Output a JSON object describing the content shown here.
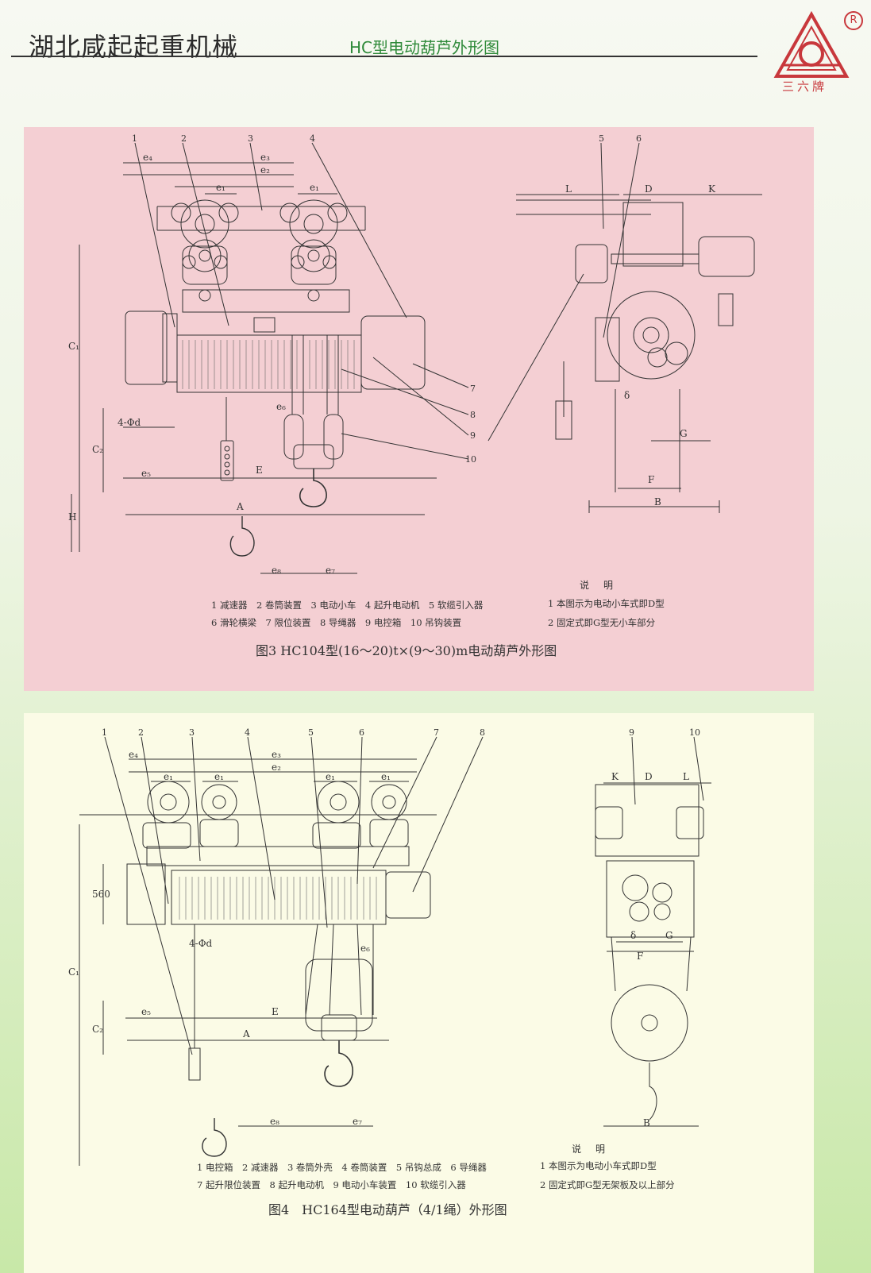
{
  "header": {
    "company": "湖北咸起起重机械",
    "title": "HC型电动葫芦外形图",
    "logo_text": "三六牌",
    "reg_mark": "R"
  },
  "figure3": {
    "caption": "图3 HC104型(16～20)t×(9～30)m电动葫芦外形图",
    "callouts": [
      "1",
      "2",
      "3",
      "4",
      "5",
      "6",
      "7",
      "8",
      "9",
      "10"
    ],
    "dims": {
      "e4": "e₄",
      "e3": "e₃",
      "e2": "e₂",
      "e1": "e₁",
      "C1": "C₁",
      "C2": "C₂",
      "H": "H",
      "A": "A",
      "E": "E",
      "e5": "e₅",
      "e6": "e₆",
      "e7": "e₇",
      "e8": "e₈",
      "hole": "4-Φd",
      "L": "L",
      "D": "D",
      "K": "K",
      "delta": "δ",
      "G": "G",
      "F": "F",
      "B": "B"
    },
    "legend_row1": "1 减速器　2 卷筒装置　3 电动小车　4 起升电动机　5 软缆引入器",
    "legend_row2": "6 滑轮横梁　7 限位装置　8 导绳器　9 电控箱　10 吊钩装置",
    "notes": {
      "heading": "说明",
      "items": [
        "1 本图示为电动小车式即D型",
        "2 固定式即G型无小车部分"
      ]
    }
  },
  "figure4": {
    "caption": "图4　HC164型电动葫芦（4/1绳）外形图",
    "callouts": [
      "1",
      "2",
      "3",
      "4",
      "5",
      "6",
      "7",
      "8",
      "9",
      "10"
    ],
    "dims": {
      "e4": "e₄",
      "e3": "e₃",
      "e2": "e₂",
      "e1": "e₁",
      "d560": "560",
      "C1": "C₁",
      "C2": "C₂",
      "A": "A",
      "E": "E",
      "e5": "e₅",
      "e6": "e₆",
      "e7": "e₇",
      "e8": "e₈",
      "hole": "4-Φd",
      "K": "K",
      "D": "D",
      "L": "L",
      "delta": "δ",
      "G": "G",
      "F": "F",
      "B": "B"
    },
    "legend_row1": "1 电控箱　2 减速器　3 卷筒外壳　4 卷筒装置　5 吊钩总成　6 导绳器",
    "legend_row2": "7 起升限位装置　8 起升电动机　9 电动小车装置　10 软缆引入器",
    "notes": {
      "heading": "说明",
      "items": [
        "1 本图示为电动小车式即D型",
        "2 固定式即G型无架板及以上部分"
      ]
    }
  },
  "colors": {
    "pink_panel": "#f4cfd3",
    "cream_panel": "#fbfbe6",
    "header_green": "#2f8a3a",
    "logo_red": "#c8383c"
  }
}
